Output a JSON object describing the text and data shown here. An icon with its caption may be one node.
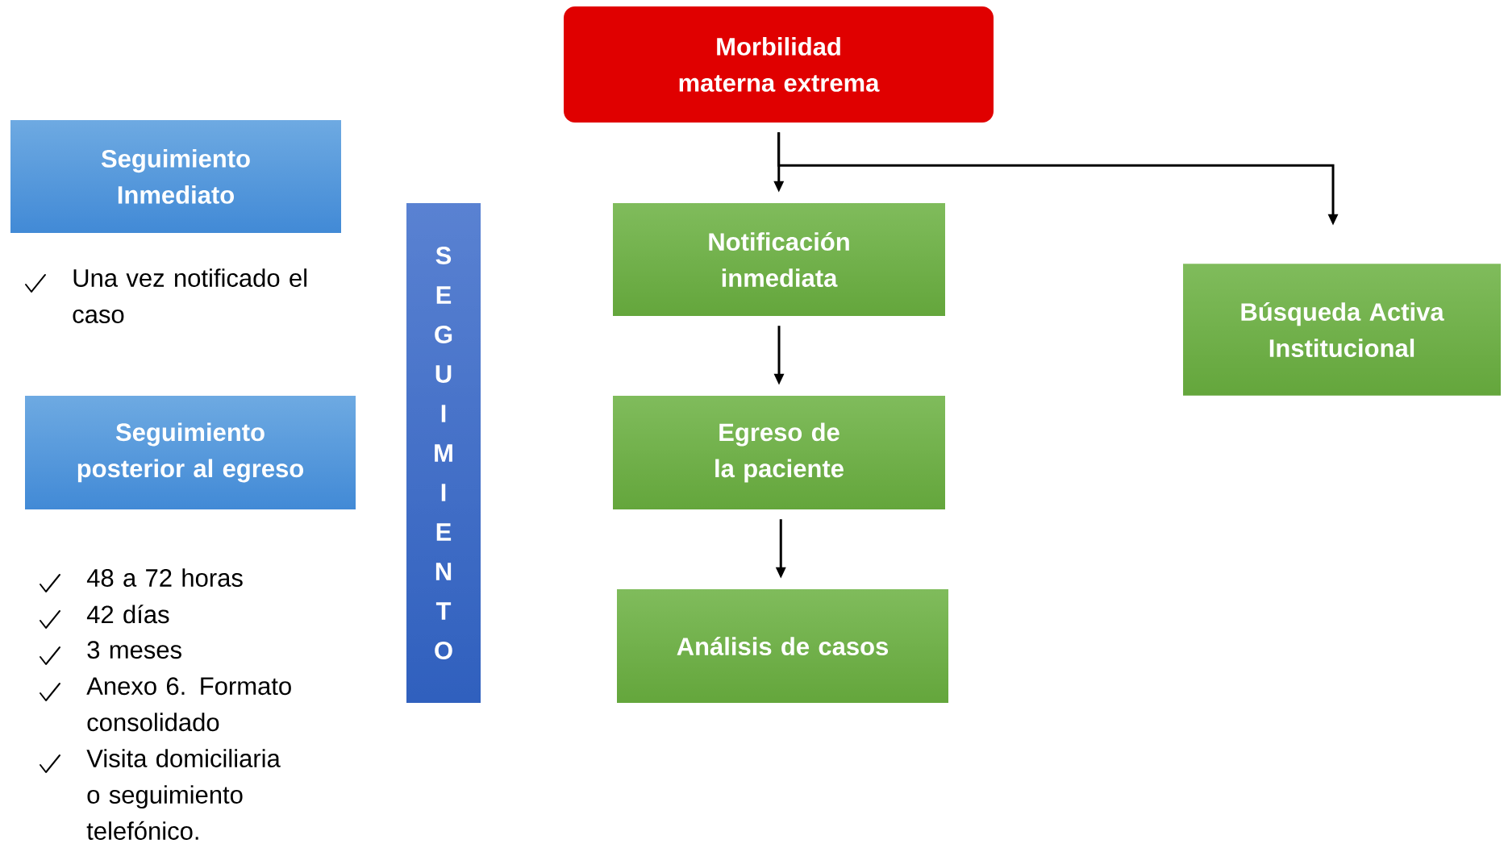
{
  "diagram": {
    "nodes": [
      {
        "text": [
          "Morbilidad materna extrema"
        ]
      },
      {
        "text": [
          "Seguimiento Inmediato"
        ]
      },
      {
        "text": [
          "Seguimiento posterior al egreso"
        ]
      },
      {
        "text": [
          "SEGUIMIENTO"
        ]
      },
      {
        "text": [
          "Notificación inmediata"
        ]
      },
      {
        "text": [
          "Búsqueda Activa Institucional"
        ]
      },
      {
        "text": [
          "Egreso de la paciente"
        ]
      },
      {
        "text": [
          "Análisis de casos"
        ]
      }
    ],
    "edges": [
      {
        "from": 0,
        "to": 4,
        "arrow": "to"
      },
      {
        "from": 0,
        "to": 5,
        "arrow": "to"
      },
      {
        "from": 4,
        "to": 6,
        "arrow": "to"
      },
      {
        "from": 6,
        "to": 7,
        "arrow": "to"
      }
    ],
    "labels": [
      "Una vez notificado el caso",
      "48 a 72 horas",
      "42 días",
      "3 meses",
      "Anexo 6. Formato consolidado",
      "Visita domiciliaria o seguimiento telefónico."
    ]
  }
}
